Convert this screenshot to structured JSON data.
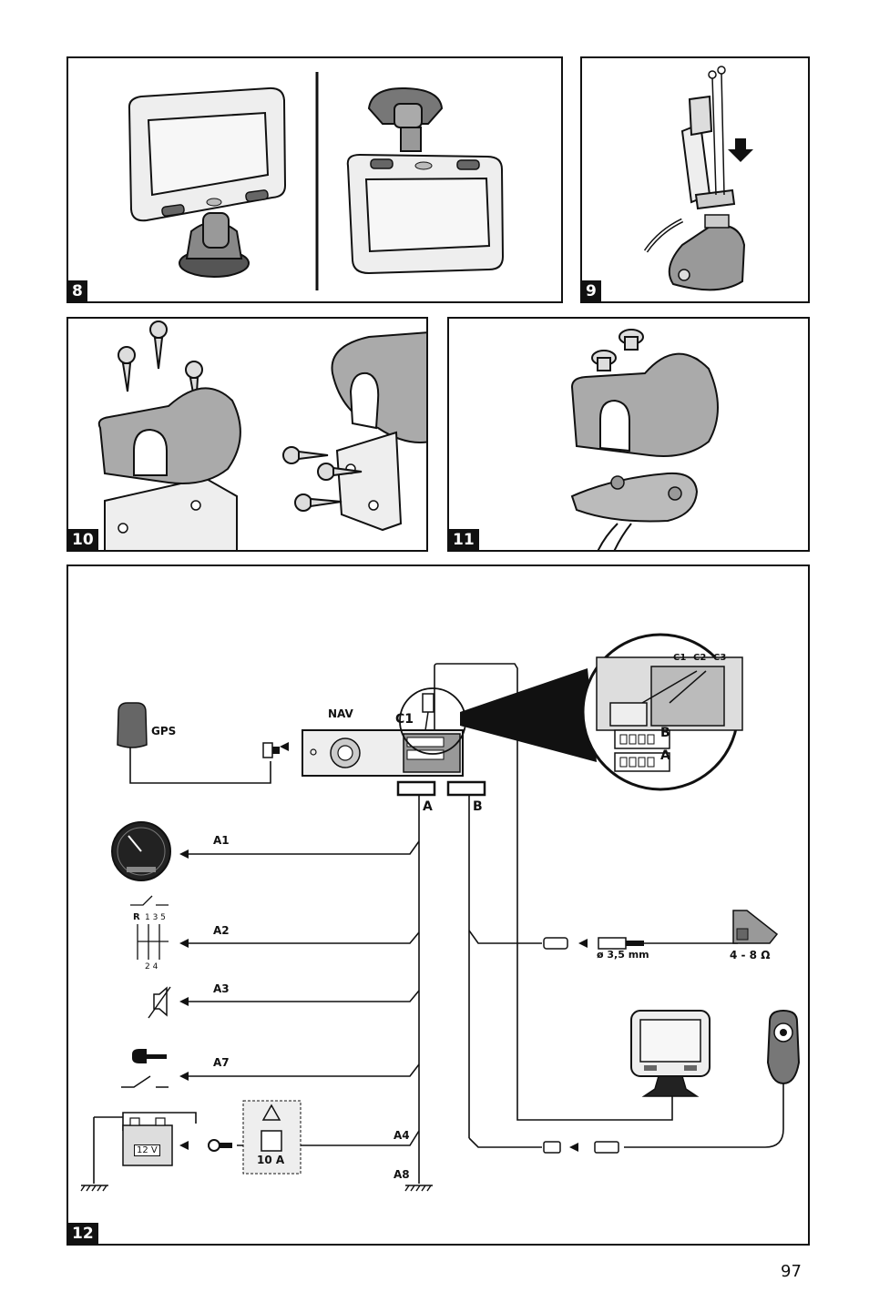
{
  "page_number": "97",
  "figures": [
    {
      "id": "fig8",
      "number": "8"
    },
    {
      "id": "fig9",
      "number": "9"
    },
    {
      "id": "fig10",
      "number": "10"
    },
    {
      "id": "fig11",
      "number": "11"
    },
    {
      "id": "fig12",
      "number": "12"
    }
  ],
  "wiring": {
    "gps": "GPS",
    "nav": "NAV",
    "c1": "C1",
    "connector_a": "A",
    "connector_b": "B",
    "a1": "A1",
    "a2": "A2",
    "a3": "A3",
    "a7": "A7",
    "a4": "A4",
    "a8": "A8",
    "jack_size": "ø 3,5 mm",
    "speaker_impedance": "4 - 8 Ω",
    "fuse": "10 A",
    "battery": "12 V",
    "shift_r": "R",
    "shift_top": "1 3 5",
    "shift_bottom": "2 4",
    "zoom_c1": "C1",
    "zoom_c2": "C2",
    "zoom_c3": "C3",
    "zoom_b": "B",
    "zoom_a": "A"
  }
}
